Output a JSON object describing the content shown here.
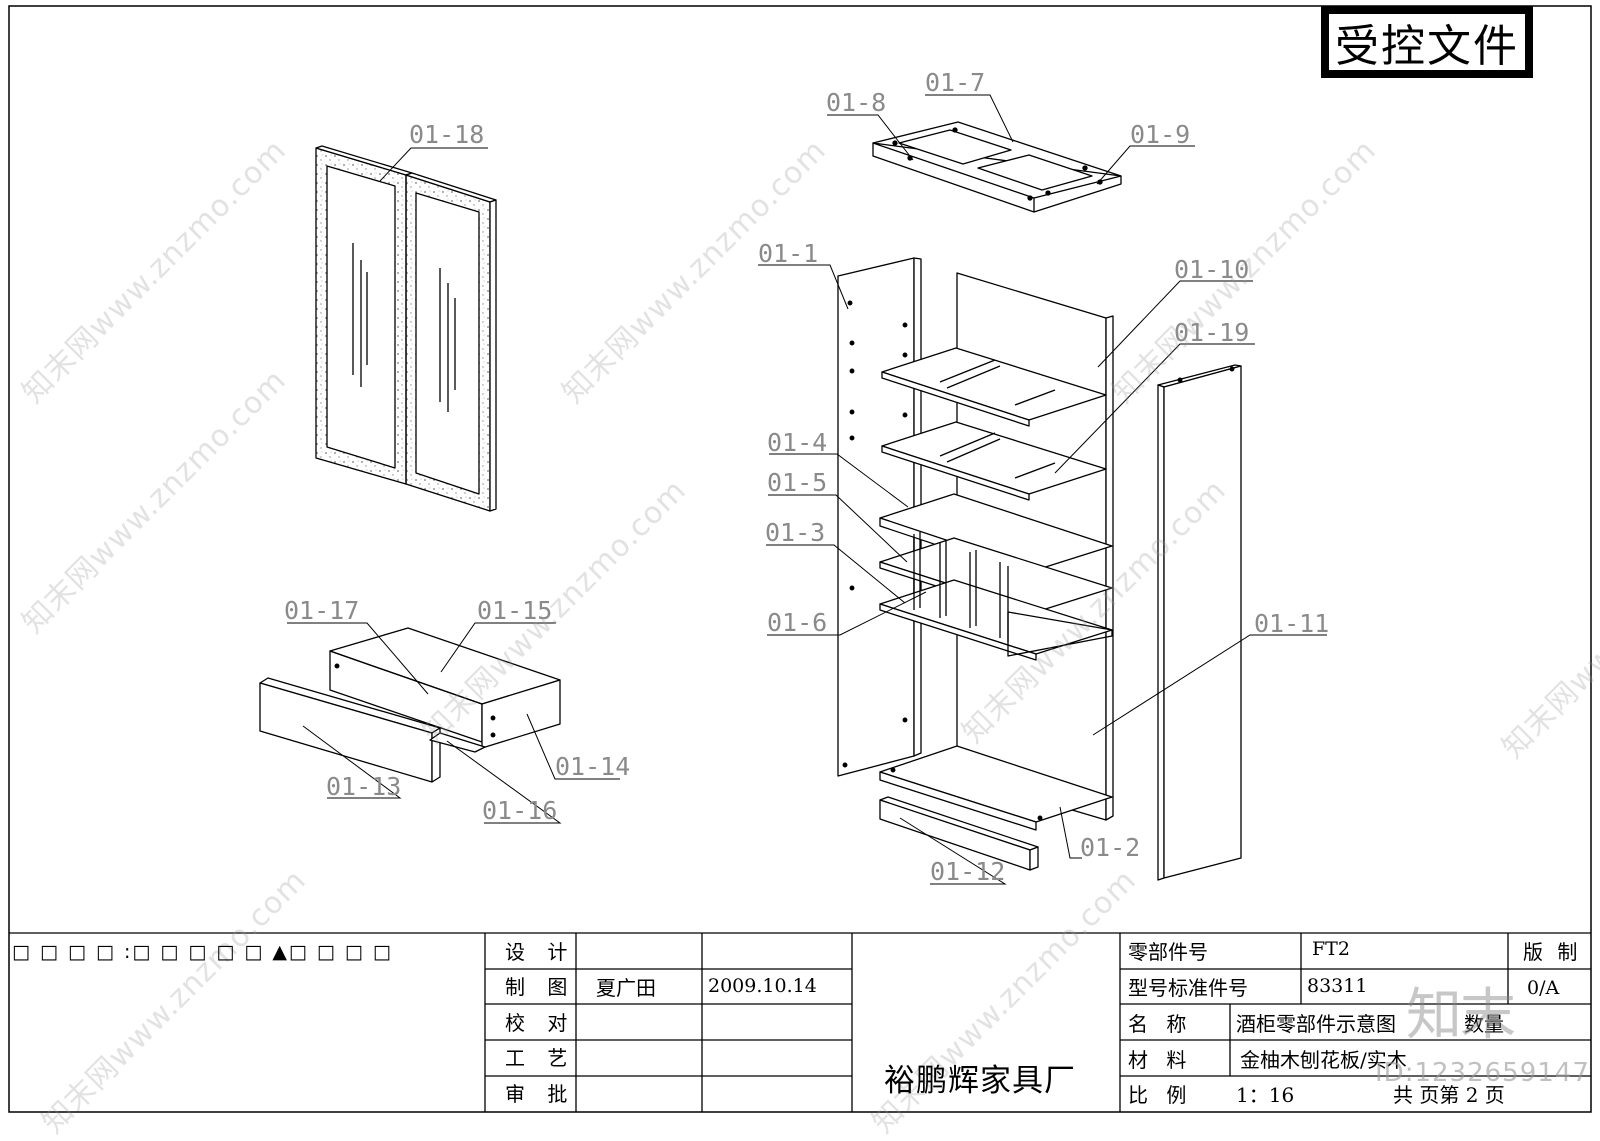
{
  "stamp": "受控文件",
  "note": "□ □ □ □ :□ □ □ □ □ ▲□ □ □ □",
  "part_labels": [
    "01-1",
    "01-2",
    "01-3",
    "01-4",
    "01-5",
    "01-6",
    "01-7",
    "01-8",
    "01-9",
    "01-10",
    "01-11",
    "01-12",
    "01-13",
    "01-14",
    "01-15",
    "01-16",
    "01-17",
    "01-18",
    "01-19"
  ],
  "title_block": {
    "design": "设 计",
    "drawing": "制 图",
    "drawer": "夏广田",
    "date": "2009.10.14",
    "check": "校 对",
    "process": "工 艺",
    "approve": "审 批",
    "company": "裕鹏辉家具厂",
    "part_no_label": "零部件号",
    "part_no": "FT2",
    "model_label": "型号标准件号",
    "model_no": "83311",
    "name_label": "名 称",
    "name": "酒柜零部件示意图",
    "qty_label": "数量",
    "material_label": "材 料",
    "material": "金柚木刨花板/实木",
    "scale_label": "比 例",
    "scale": "1：16",
    "pages": "共 页第 2 页",
    "edition_label": "版 制",
    "edition": "0/A"
  },
  "watermark": "知末网www.znzmo.com",
  "brand": "知末",
  "image_id": "ID:1232659147"
}
